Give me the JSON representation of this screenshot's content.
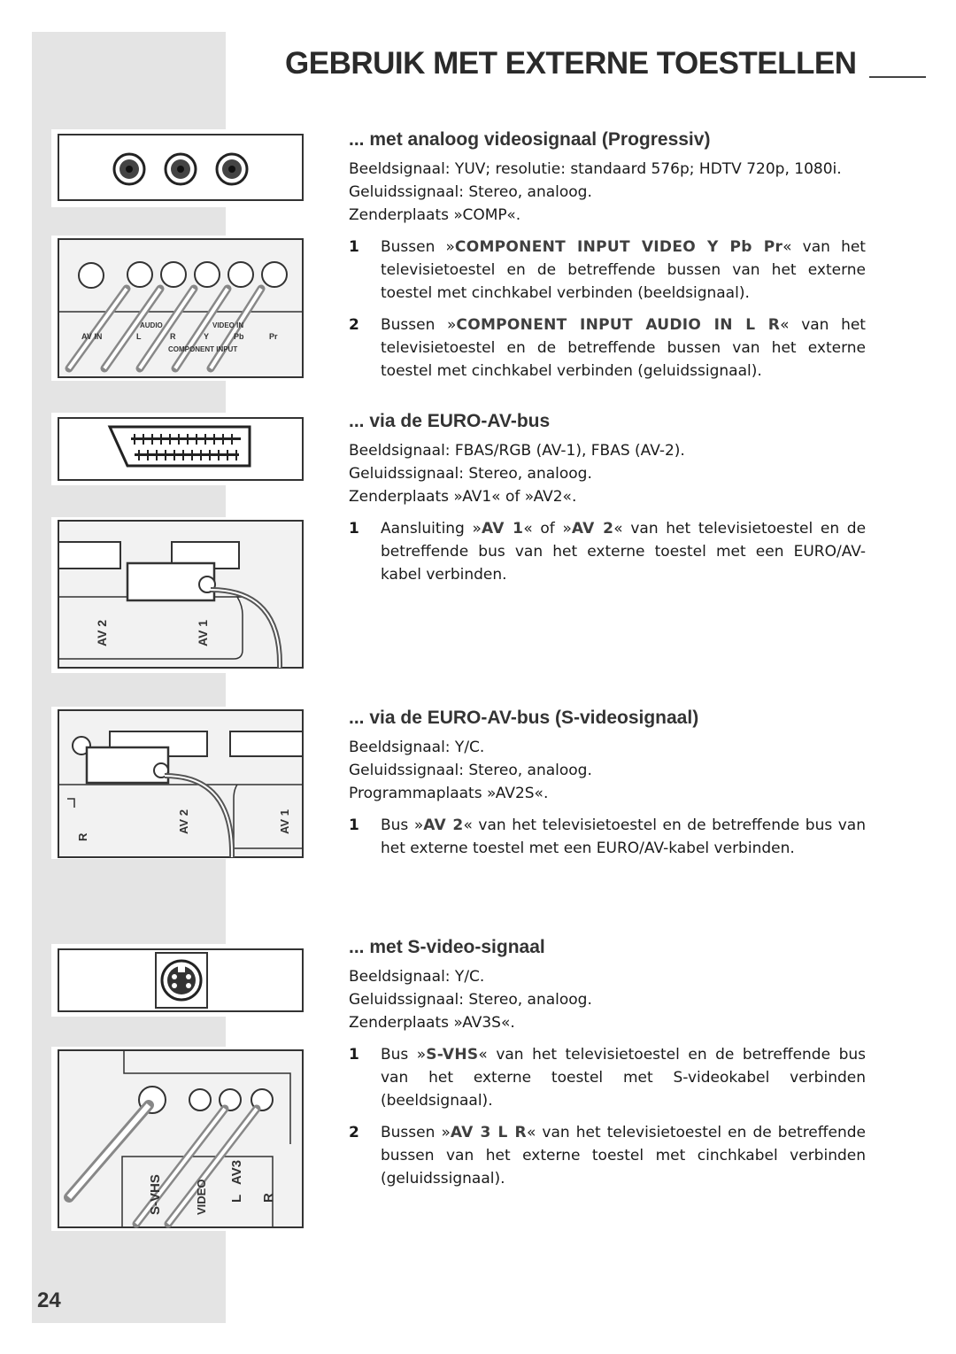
{
  "header": {
    "title": "GEBRUIK MET EXTERNE TOESTELLEN"
  },
  "page_number": "24",
  "figures": {
    "component": {
      "labels": [
        "AV IN",
        "L",
        "R",
        "Y",
        "Pb",
        "Pr",
        "AUDIO",
        "VIDEO IN",
        "COMPONENT INPUT"
      ]
    },
    "euro": {
      "av2": "AV 2",
      "av1": "AV 1"
    },
    "euro_s": {
      "r": "R",
      "av2": "AV 2",
      "av1": "AV 1"
    },
    "svideo": {
      "svhs": "S-VHS",
      "video": "VIDEO",
      "l": "L",
      "av3": "AV3",
      "r": "R"
    }
  },
  "sections": [
    {
      "title": "... met analoog videosignaal (Progressiv)",
      "lines": [
        "Beeldsignaal: YUV; resolutie: standaard 576p; HDTV 720p, 1080i.",
        "Geluidssignaal: Stereo, analoog.",
        "Zenderplaats »COMP«."
      ],
      "steps": [
        {
          "num": "1",
          "pre": "Bussen »",
          "kw": "COMPONENT INPUT VIDEO Y Pb Pr",
          "post": "« van het televisietoestel en de betreffende bussen van het externe toestel met cinchkabel verbinden (beeldsignaal)."
        },
        {
          "num": "2",
          "pre": "Bussen »",
          "kw": "COMPONENT INPUT AUDIO IN L R",
          "post": "« van het televisietoestel en de betreffende bussen van het externe toestel met cinchkabel verbinden (geluidssignaal)."
        }
      ]
    },
    {
      "title": "... via de EURO-AV-bus",
      "lines": [
        "Beeldsignaal: FBAS/RGB (AV-1), FBAS (AV-2).",
        "Geluidssignaal: Stereo, analoog.",
        "Zenderplaats »AV1« of »AV2«."
      ],
      "steps": [
        {
          "num": "1",
          "pre": "Aansluiting »",
          "kw": "AV 1",
          "mid": "« of »",
          "kw2": "AV 2",
          "post": "« van het televisietoestel en de betreffende bus van het externe toestel met een EURO/AV-kabel verbinden."
        }
      ]
    },
    {
      "title": "... via de EURO-AV-bus (S-videosignaal)",
      "lines": [
        "Beeldsignaal: Y/C.",
        "Geluidssignaal: Stereo, analoog.",
        "Programmaplaats »AV2S«."
      ],
      "steps": [
        {
          "num": "1",
          "pre": "Bus »",
          "kw": "AV 2",
          "post": "« van het televisietoestel en de betreffende bus van het externe toestel met een EURO/AV-kabel verbinden."
        }
      ]
    },
    {
      "title": "... met S-video-signaal",
      "lines": [
        "Beeldsignaal: Y/C.",
        "Geluidssignaal: Stereo, analoog.",
        "Zenderplaats »AV3S«."
      ],
      "steps": [
        {
          "num": "1",
          "pre": "Bus »",
          "kw": "S-VHS",
          "post": "« van het televisietoestel en de betreffende bus van het externe toestel met S-videokabel verbinden (beeldsignaal)."
        },
        {
          "num": "2",
          "pre": "Bussen »",
          "kw": "AV 3 L R",
          "post": "« van het televisietoestel en de betreffende bussen van het externe toestel met cinchkabel verbinden (geluidssignaal)."
        }
      ]
    }
  ]
}
